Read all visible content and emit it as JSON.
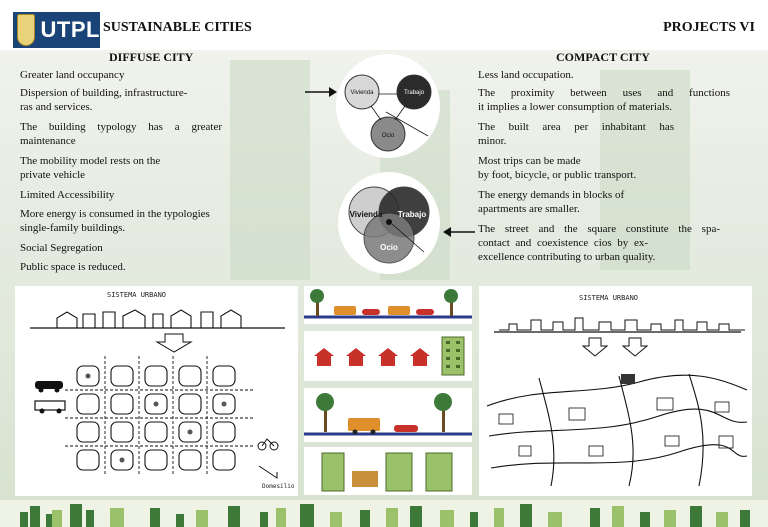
{
  "header": {
    "logo_text": "UTPL",
    "title_left": "SUSTAINABLE CITIES",
    "title_right": "PROJECTS VI"
  },
  "diffuse": {
    "heading": "DIFFUSE CITY",
    "lines": [
      "Greater land occupancy",
      "Dispersion of building, infrastructure-",
      "ras and services.",
      "The building typology has a greater",
      "maintenance",
      "The mobility model rests on the",
      "private vehicle",
      "Limited Accessibility",
      "More energy is consumed in the typologies",
      "single-family buildings.",
      "Social Segregation",
      "Public space is reduced."
    ]
  },
  "compact": {
    "heading": "COMPACT CITY",
    "lines": [
      "Less land occupation.",
      "The proximity between uses and functions",
      "it implies a lower consumption of materials.",
      "The built area per inhabitant has",
      "minor.",
      "Most trips can be made",
      "by foot, bicycle, or public transport.",
      "The energy demands in blocks of",
      "apartments are smaller.",
      "The street and the square constitute the spa-",
      "contact and coexistence cios by ex-",
      "excellence contributing to urban quality."
    ]
  },
  "venn_top": {
    "a": "Vivienda",
    "b": "Trabajo",
    "c": "Ocio"
  },
  "venn_bottom": {
    "a": "Vivienda",
    "b": "Trabajo",
    "c": "Ocio"
  },
  "sketch_left": {
    "label": "SISTEMA URBANO",
    "corner": "Domesilio"
  },
  "sketch_right": {
    "label": "SISTEMA URBANO"
  },
  "colors": {
    "logo_blue": "#1a4478",
    "dark_green": "#3d7a3a",
    "light_green": "#9bc26b"
  },
  "icons": [
    "tree-icon",
    "car-icon",
    "bus-icon",
    "house-icon",
    "apartment-icon",
    "bicycle-icon"
  ]
}
